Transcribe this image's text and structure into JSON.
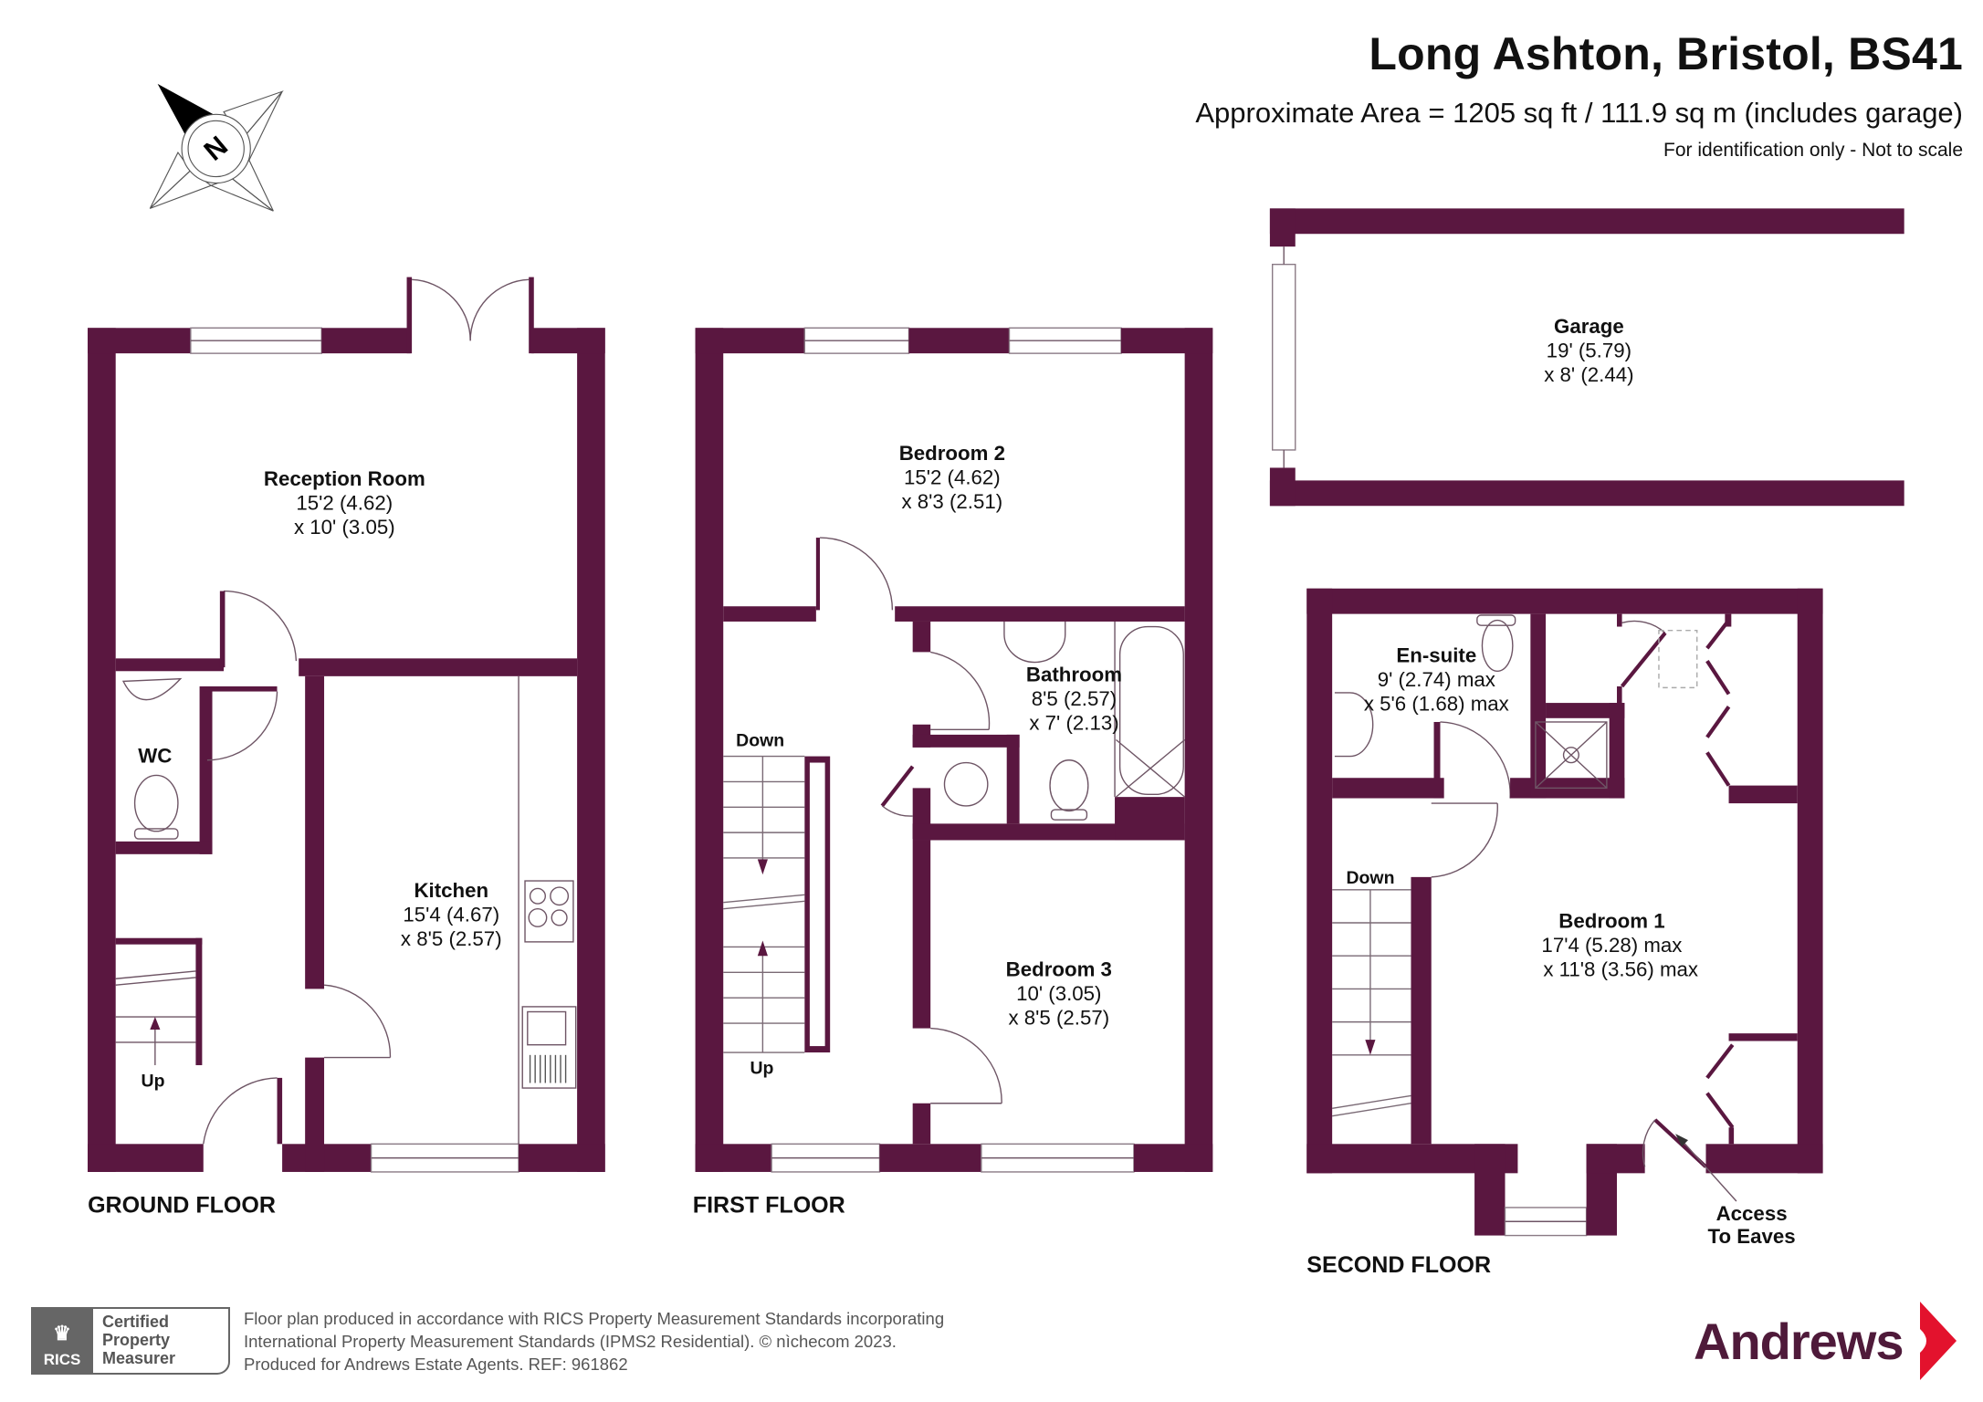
{
  "header": {
    "title": "Long Ashton, Bristol, BS41",
    "area": "Approximate Area = 1205 sq ft / 111.9 sq m (includes garage)",
    "note": "For identification only - Not to scale"
  },
  "compass": {
    "label": "N",
    "icon": "compass-north-icon"
  },
  "colors": {
    "wall": "#5a1740",
    "brand": "#4f1a3a",
    "brand_arrow": "#e3122d",
    "line": "#7a5a6a"
  },
  "floors": {
    "ground": {
      "label": "GROUND FLOOR",
      "rooms": [
        {
          "name": "Reception Room",
          "dim1": "15'2 (4.62)",
          "dim2": "x 10' (3.05)"
        },
        {
          "name": "Kitchen",
          "dim1": "15'4 (4.67)",
          "dim2": "x 8'5 (2.57)"
        },
        {
          "name": "WC"
        }
      ],
      "stairs_label": "Up"
    },
    "first": {
      "label": "FIRST FLOOR",
      "rooms": [
        {
          "name": "Bedroom 2",
          "dim1": "15'2 (4.62)",
          "dim2": "x 8'3 (2.51)"
        },
        {
          "name": "Bathroom",
          "dim1": "8'5 (2.57)",
          "dim2": "x 7' (2.13)"
        },
        {
          "name": "Bedroom 3",
          "dim1": "10' (3.05)",
          "dim2": "x 8'5 (2.57)"
        }
      ],
      "stairs_down": "Down",
      "stairs_up": "Up"
    },
    "second": {
      "label": "SECOND FLOOR",
      "rooms": [
        {
          "name": "En-suite",
          "dim1": "9' (2.74) max",
          "dim2": "x 5'6 (1.68) max"
        },
        {
          "name": "Bedroom 1",
          "dim1": "17'4 (5.28) max",
          "dim2": "x 11'8 (3.56) max"
        }
      ],
      "stairs_down": "Down",
      "eaves_line1": "Access",
      "eaves_line2": "To Eaves"
    },
    "garage": {
      "name": "Garage",
      "dim1": "19' (5.79)",
      "dim2": "x 8' (2.44)"
    }
  },
  "footer": {
    "rics": {
      "brand": "RICS",
      "line1": "Certified",
      "line2": "Property",
      "line3": "Measurer"
    },
    "line1": "Floor plan produced in accordance with RICS Property Measurement Standards incorporating",
    "line2": "International Property Measurement Standards (IPMS2 Residential).   © nìchecom 2023.",
    "line3": "Produced for Andrews Estate Agents.   REF:   961862"
  },
  "logo": {
    "text": "Andrews"
  }
}
